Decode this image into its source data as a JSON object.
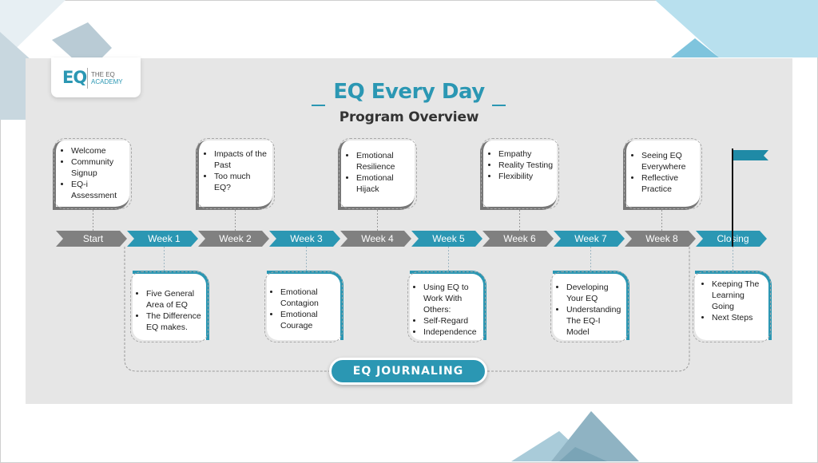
{
  "logo": {
    "mark": "EQ",
    "line1": "THE EQ",
    "line2": "ACADEMY"
  },
  "title": "EQ Every Day",
  "subtitle": "Program Overview",
  "timeline": [
    "Start",
    "Week 1",
    "Week 2",
    "Week 3",
    "Week 4",
    "Week 5",
    "Week 6",
    "Week 7",
    "Week 8",
    "Closing"
  ],
  "top_cards": [
    {
      "items": [
        "Welcome",
        "Community Signup",
        "EQ-i Assessment"
      ]
    },
    {
      "items": [
        "Impacts of the Past",
        "Too much EQ?"
      ]
    },
    {
      "items": [
        "Emotional Resilience",
        "Emotional Hijack"
      ]
    },
    {
      "items": [
        "Empathy",
        "Reality Testing",
        "Flexibility"
      ]
    },
    {
      "items": [
        "Seeing EQ Everywhere",
        "Reflective Practice"
      ]
    }
  ],
  "bottom_cards": [
    {
      "items": [
        "Five General Area of EQ",
        "The Difference EQ makes."
      ]
    },
    {
      "items": [
        "Emotional Contagion",
        "Emotional Courage"
      ]
    },
    {
      "items": [
        "Using EQ to Work With Others:",
        "Self-Regard",
        "Independence"
      ]
    },
    {
      "items": [
        "Developing Your EQ",
        "Understanding The EQ-I Model"
      ]
    },
    {
      "items": [
        "Keeping The Learning Going",
        "Next Steps"
      ]
    }
  ],
  "journaling": "EQ JOURNALING",
  "colors": {
    "teal": "#2b97b3",
    "gray": "#808080",
    "panel": "#e6e6e6",
    "flag": "#1f8aa6"
  }
}
